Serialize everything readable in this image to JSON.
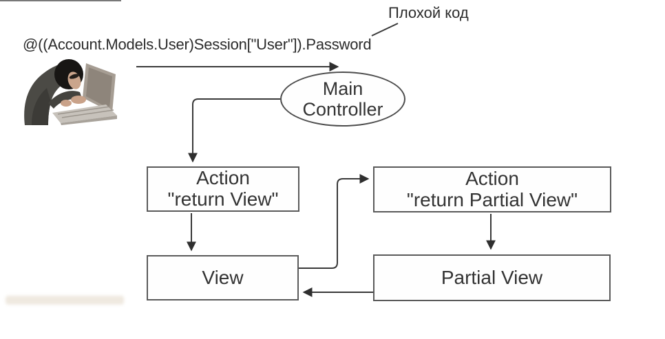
{
  "annotation": {
    "label": "Плохой код"
  },
  "code_snippet": "@((Account.Models.User)Session[\"User\"]).Password",
  "nodes": {
    "main_controller": {
      "line1": "Main",
      "line2": "Controller"
    },
    "action_view": {
      "line1": "Action",
      "line2": "\"return View\""
    },
    "action_partial": {
      "line1": "Action",
      "line2": "\"return Partial View\""
    },
    "view": {
      "label": "View"
    },
    "partial_view": {
      "label": "Partial View"
    }
  },
  "icons": {
    "hacker": "masked-hacker-typing-on-laptop"
  },
  "edges": [
    {
      "from": "hacker",
      "to": "main_controller"
    },
    {
      "from": "main_controller",
      "to": "action_view"
    },
    {
      "from": "action_view",
      "to": "view"
    },
    {
      "from": "view",
      "to": "action_partial"
    },
    {
      "from": "action_partial",
      "to": "partial_view"
    },
    {
      "from": "partial_view",
      "to": "view"
    },
    {
      "from": "annotation_label",
      "to": "code_snippet"
    }
  ],
  "colors": {
    "background": "#ffffff",
    "line": "#383838",
    "arrowhead": "#2f2f2f",
    "node_border": "#5a5a5a",
    "text": "#2d2d2d"
  }
}
